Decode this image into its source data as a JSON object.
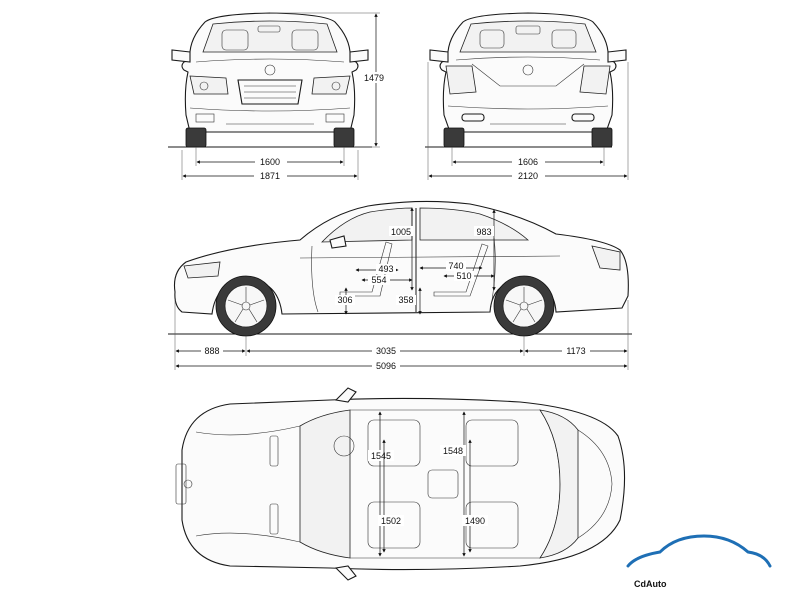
{
  "views": {
    "front": {
      "dim_track": "1600",
      "dim_width": "1871",
      "dim_height": "1479"
    },
    "rear": {
      "dim_track": "1606",
      "dim_width": "2120"
    },
    "side": {
      "dim_front_overhang": "888",
      "dim_wheelbase": "3035",
      "dim_rear_overhang": "1173",
      "dim_length": "5096",
      "dim_front_headroom": "1005",
      "dim_rear_headroom": "983",
      "dim_front_seat_depth": "493",
      "dim_front_seat_length": "554",
      "dim_rear_legroom": "740",
      "dim_rear_seat_length": "510",
      "dim_front_seat_height": "306",
      "dim_rear_seat_height": "358"
    },
    "top": {
      "dim_front_shoulder": "1545",
      "dim_rear_shoulder": "1548",
      "dim_front_hip": "1502",
      "dim_rear_hip": "1490"
    }
  },
  "watermark": {
    "text": "CdAuto",
    "color": "#1e6fb5"
  }
}
